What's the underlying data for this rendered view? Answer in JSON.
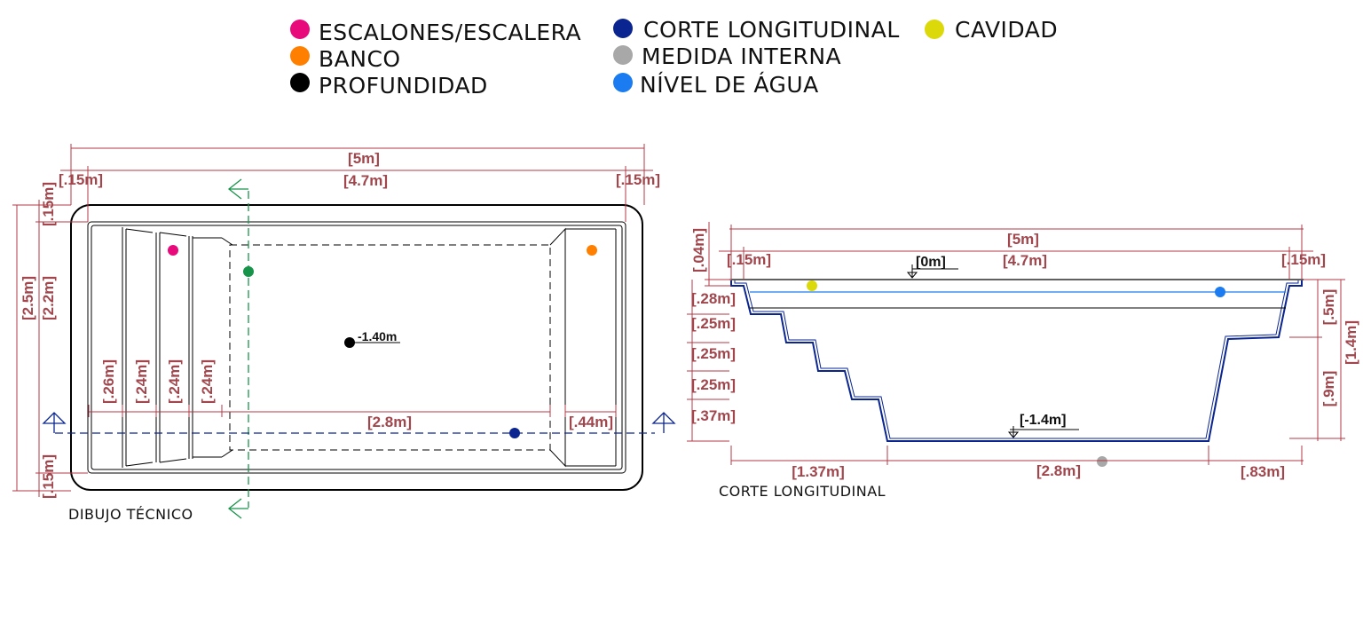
{
  "colors": {
    "escalones": "#e8097a",
    "banco": "#ff7f00",
    "profundidad": "#000000",
    "corte": "#0a2590",
    "medida": "#a8a8a8",
    "nivel": "#1a7cf0",
    "cavidad": "#dbd90a",
    "dimension": "#a0464c",
    "section_mark": "#18934a"
  },
  "legend": {
    "escalones": "ESCALONES/ESCALERA",
    "banco": "BANCO",
    "profundidad": "PROFUNDIDAD",
    "corte": "CORTE LONGITUDINAL",
    "medida": "MEDIDA INTERNA",
    "nivel": "NÍVEL DE ÁGUA",
    "cavidad": "CAVIDAD"
  },
  "plan": {
    "caption": "DIBUJO TÉCNICO",
    "total_length": "[5m]",
    "internal_length": "[4.7m]",
    "left_border": "[.15m]",
    "right_border": "[.15m]",
    "top_border": "[.15m]",
    "bottom_border": "[.15m]",
    "total_width": "[2.5m]",
    "internal_width": "[2.2m]",
    "step_1": "[.26m]",
    "step_2": "[.24m]",
    "step_3": "[.24m]",
    "step_4": "[.24m]",
    "floor_length": "[2.8m]",
    "bench_width": "[.44m]",
    "depth_label": "-1.40m"
  },
  "section": {
    "caption": "CORTE LONGITUDINAL",
    "total_length": "[5m]",
    "internal_length": "[4.7m]",
    "left_border": "[.15m]",
    "right_border": "[.15m]",
    "top_level": "[0m]",
    "bottom_level": "[-1.4m]",
    "lip": "[.04m]",
    "h1": "[.28m]",
    "h2": "[.25m]",
    "h3": "[.25m]",
    "h4": "[.25m]",
    "h5": "[.37m]",
    "right_upper": "[.5m]",
    "right_lower": "[.9m]",
    "right_total": "[1.4m]",
    "bottom_left": "[1.37m]",
    "bottom_mid": "[2.8m]",
    "bottom_right": "[.83m]"
  }
}
